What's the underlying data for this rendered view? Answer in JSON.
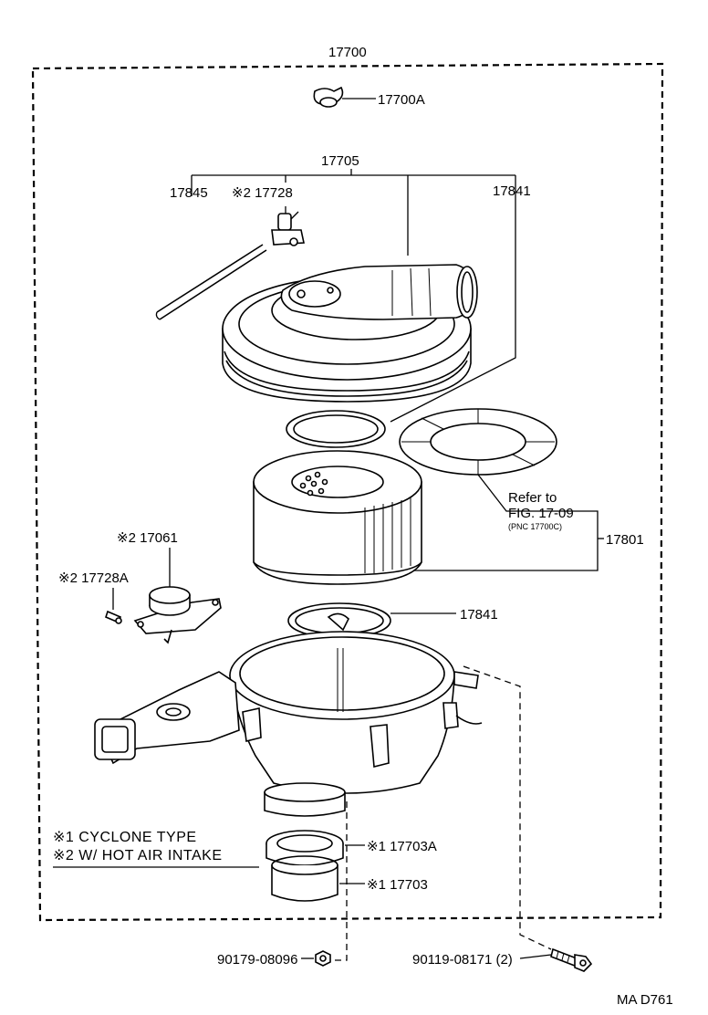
{
  "labels": {
    "assembly": "17700",
    "wing_nut": "17700A",
    "cap_assembly": "17705",
    "hose": "17845",
    "valve_top": "※2 17728",
    "gasket_top": "17841",
    "refer_line1": "Refer to",
    "refer_line2": "FIG. 17-09",
    "refer_line3": "(PNC 17700C)",
    "element": "17801",
    "motor": "※2 17061",
    "screw": "※2 17728A",
    "gasket_lower": "17841",
    "collar": "※1 17703A",
    "duct": "※1 17703",
    "nut": "90179-08096",
    "bolt": "90119-08171 (2)",
    "page_code": "MA  D761"
  },
  "legend": {
    "line1": "※1 CYCLONE TYPE",
    "line2": "※2 W/ HOT AIR INTAKE"
  }
}
